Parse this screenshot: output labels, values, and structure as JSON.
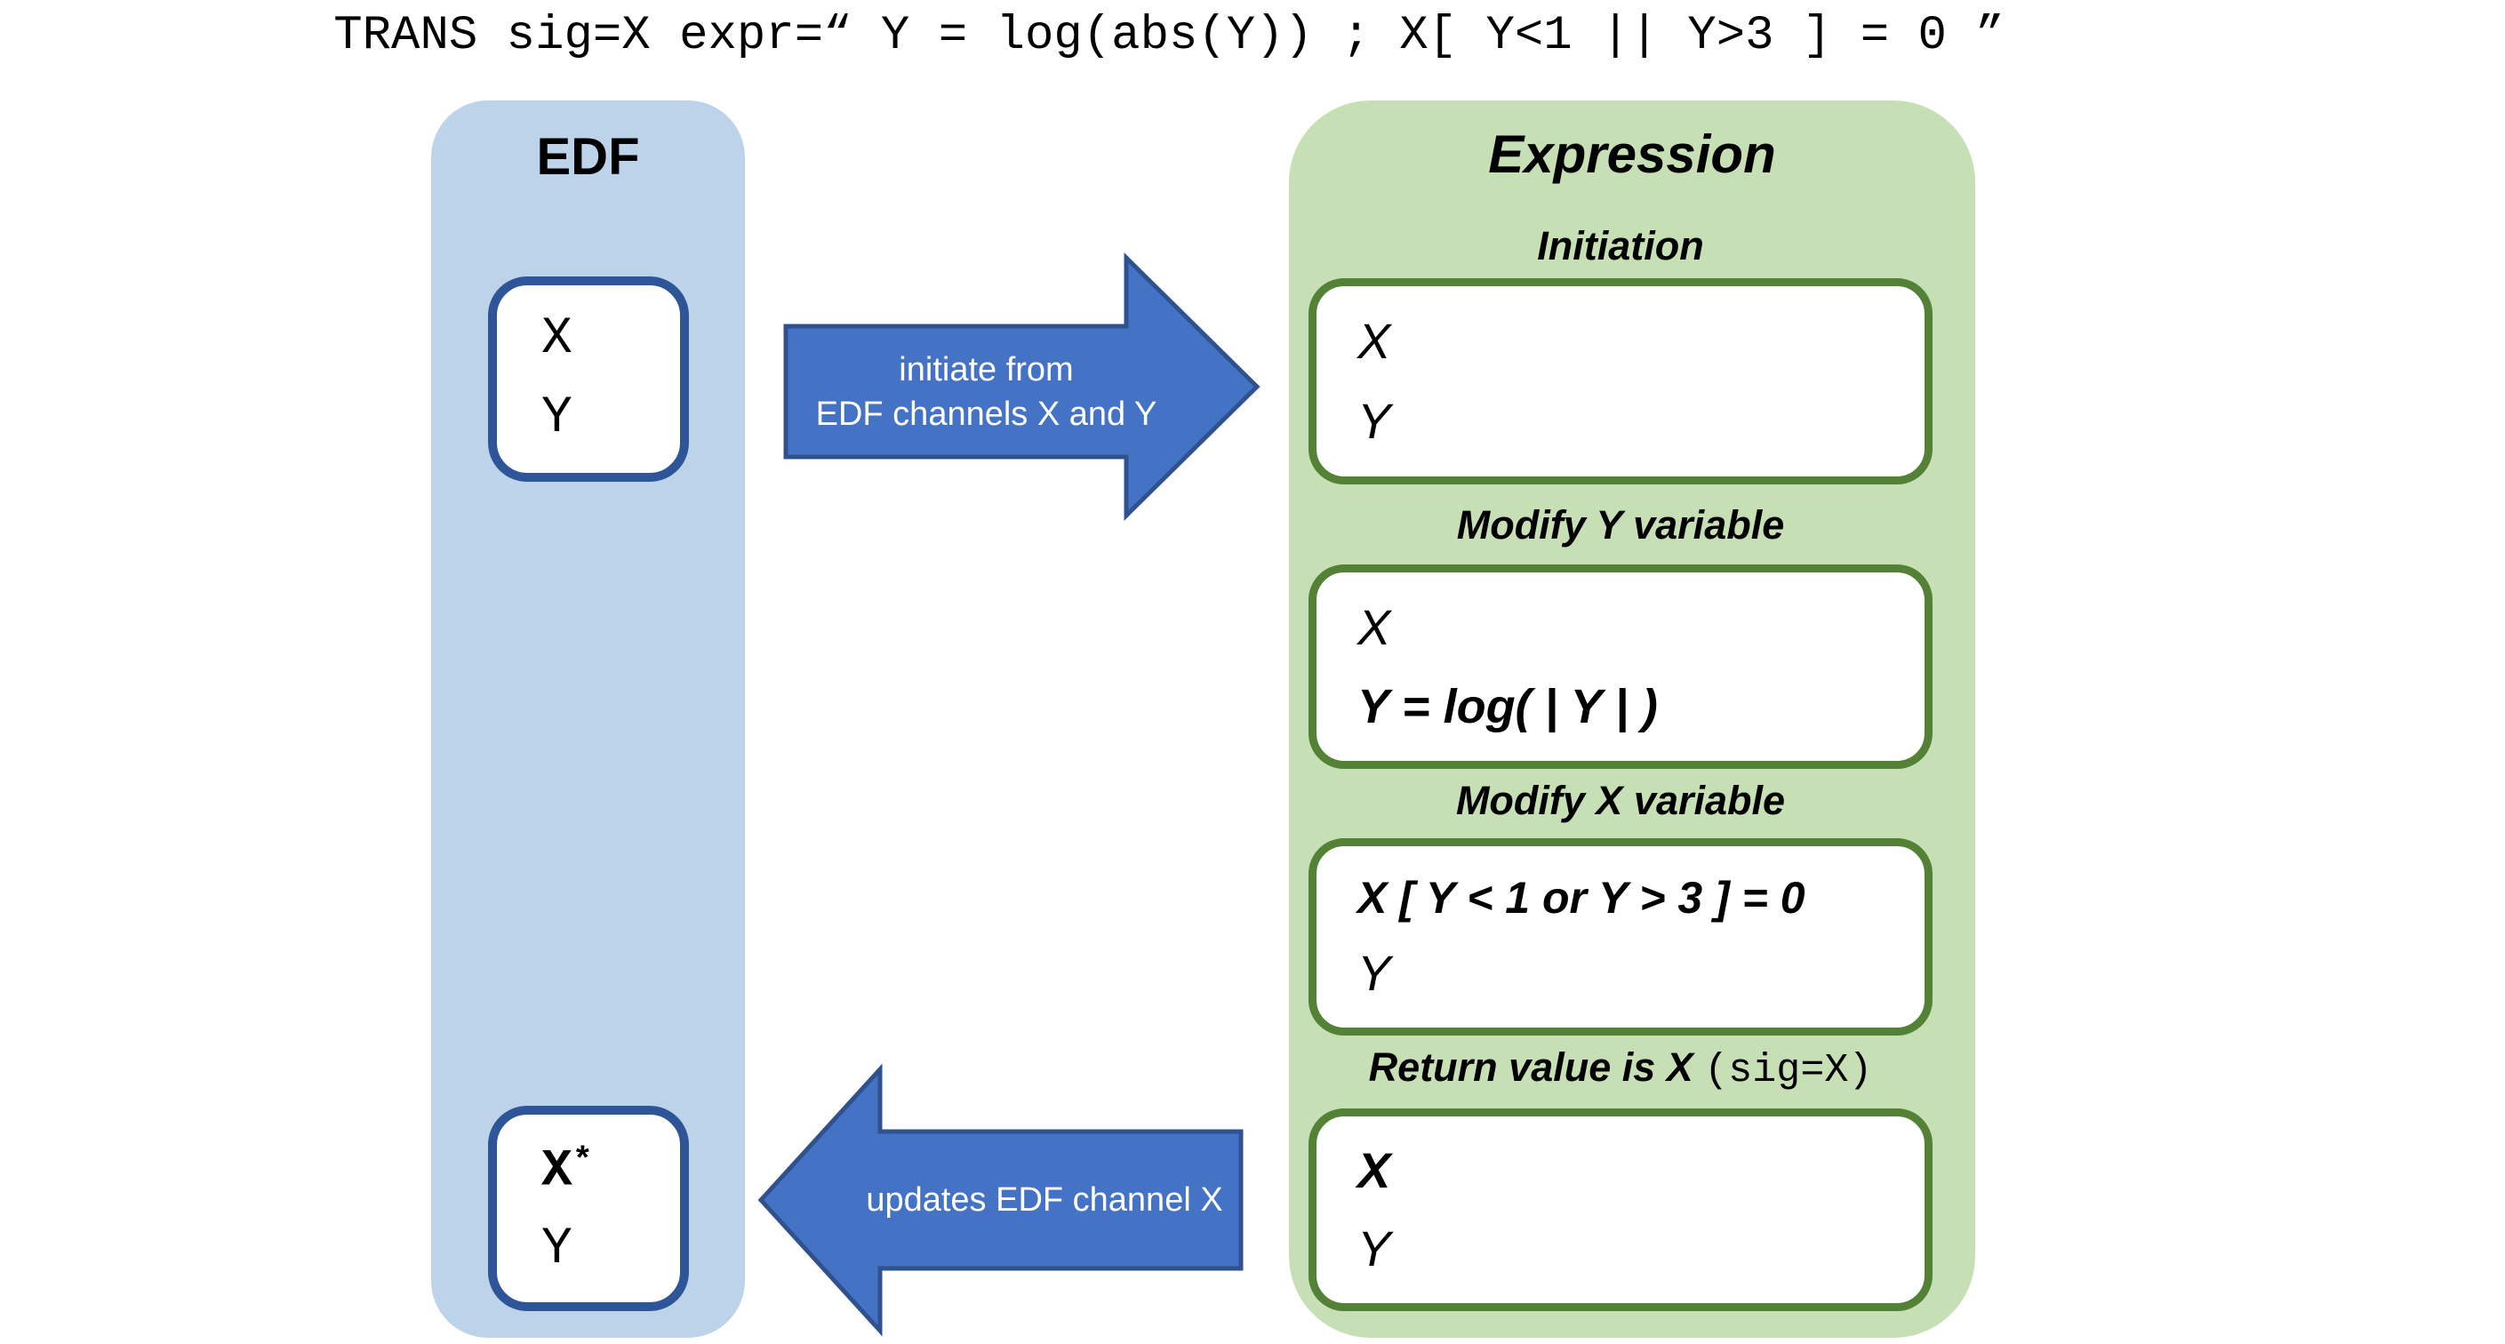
{
  "command_line": "TRANS sig=X expr=“ Y = log(abs(Y)) ; X[ Y<1 || Y>3 ] = 0 ”",
  "edf_panel": {
    "title": "EDF",
    "source_box": {
      "line1": "X",
      "line2": "Y"
    },
    "result_box": {
      "line1_base": "X",
      "line1_sup": "*",
      "line2": "Y"
    }
  },
  "expression_panel": {
    "title": "Expression",
    "sections": [
      {
        "label": "Initiation",
        "line1": "X",
        "line2": "Y"
      },
      {
        "label": "Modify Y variable",
        "line1": "X",
        "line2": "Y = log( | Y | )"
      },
      {
        "label": "Modify X variable",
        "line1": "X [ Y < 1 or Y > 3 ] = 0",
        "line2": "Y"
      },
      {
        "label": "Return value is X ",
        "label_code": "(sig=X)",
        "line1": "X",
        "line2": "Y"
      }
    ]
  },
  "arrows": {
    "initiate": {
      "line1": "initiate from",
      "line2": "EDF channels X and Y"
    },
    "update": {
      "label": "updates EDF channel X"
    }
  },
  "colors": {
    "edf_panel_fill": "#BCD3EA",
    "edf_box_border": "#2E5597",
    "expression_panel_fill": "#C7DFB5",
    "expression_box_border": "#538135",
    "arrow_fill": "#4472C4",
    "arrow_border": "#2F528F"
  }
}
